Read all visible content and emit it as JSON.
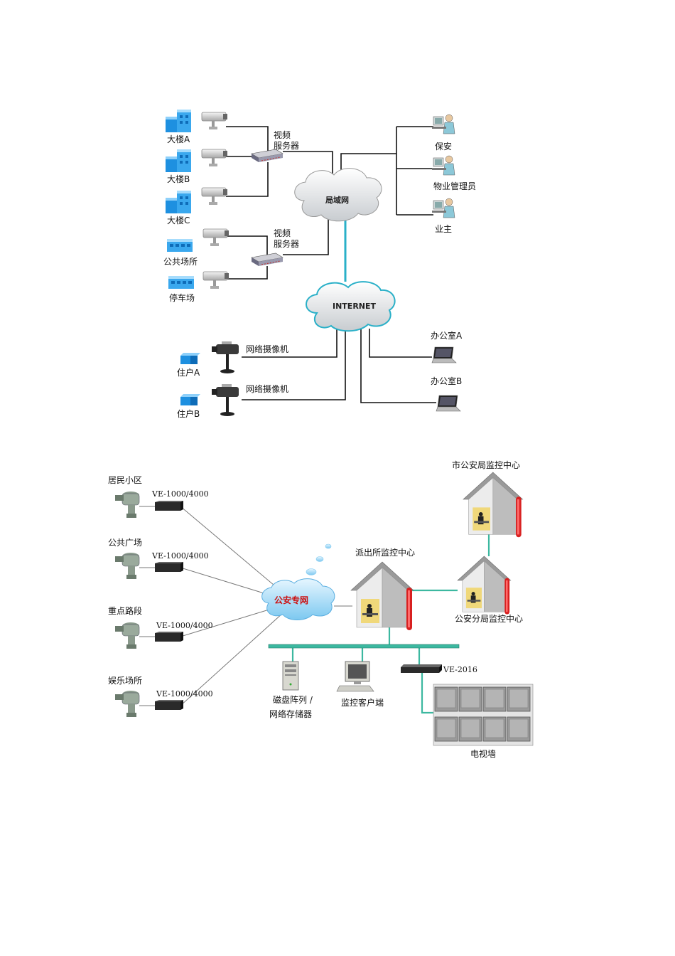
{
  "diagram1": {
    "buildings": [
      "大楼A",
      "大楼B",
      "大楼C",
      "公共场所",
      "停车场"
    ],
    "video_server_1": "视频\n服务器",
    "video_server_2": "视频\n服务器",
    "lan": "局域网",
    "internet": "INTERNET",
    "users": [
      "保安",
      "物业管理员",
      "业主"
    ],
    "net_camera_1": "网络摄像机",
    "net_camera_2": "网络摄像机",
    "residents": [
      "住户A",
      "住户B"
    ],
    "offices": [
      "办公室A",
      "办公室B"
    ]
  },
  "diagram2": {
    "sites": [
      "居民小区",
      "公共广场",
      "重点路段",
      "娱乐场所"
    ],
    "encoder_labels": [
      "VE-1000/4000",
      "VE-1000/4000",
      "VE-1000/4000",
      "VE-1000/4000"
    ],
    "police_net": "公安专网",
    "station_center": "派出所监控中心",
    "city_center": "市公安局监控中心",
    "branch_center": "公安分局监控中心",
    "storage_line1": "磁盘阵列 /",
    "storage_line2": "网络存储器",
    "client": "监控客户端",
    "decoder": "VE-2016",
    "tv_wall": "电视墙"
  },
  "colors": {
    "building_blue": "#1e90e0",
    "lan_cyan": "#2ab0c8",
    "green_line": "#3cb8a0",
    "house_red": "#d82020",
    "police_net_text": "#cc1010"
  }
}
